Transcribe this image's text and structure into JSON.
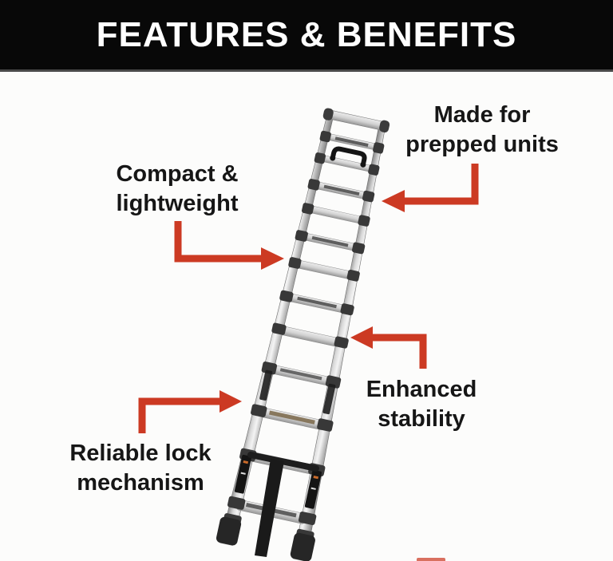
{
  "header": {
    "title": "FEATURES & BENEFITS"
  },
  "colors": {
    "header_bg": "#080808",
    "header_text": "#ffffff",
    "background": "#fcfcfb",
    "arrow": "#cc3a23",
    "text": "#161616"
  },
  "callouts": [
    {
      "id": "made-for-prepped-units",
      "lines": [
        "Made for",
        "prepped units"
      ],
      "arrow_direction": "down-then-left"
    },
    {
      "id": "compact-lightweight",
      "lines": [
        "Compact &",
        "lightweight"
      ],
      "arrow_direction": "down-then-right"
    },
    {
      "id": "enhanced-stability",
      "lines": [
        "Enhanced",
        "stability"
      ],
      "arrow_direction": "up-then-left"
    },
    {
      "id": "reliable-lock-mechanism",
      "lines": [
        "Reliable lock",
        "mechanism"
      ],
      "arrow_direction": "up-then-right"
    }
  ],
  "figure": {
    "name": "telescoping-ladder",
    "rung_count": 13,
    "visible_parts": [
      "top-cap",
      "carry-hook",
      "lock-collars",
      "product-labels",
      "hanging-strap",
      "rubber-feet"
    ]
  }
}
